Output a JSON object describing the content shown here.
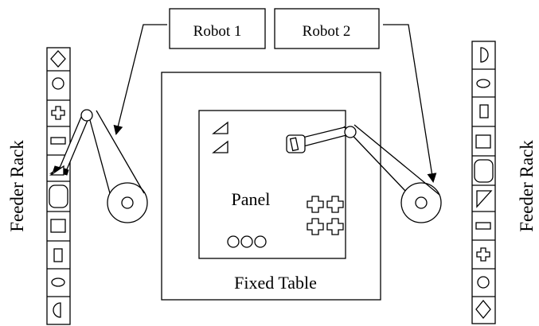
{
  "labels": {
    "robot1": "Robot 1",
    "robot2": "Robot 2",
    "panel": "Panel",
    "fixed_table": "Fixed Table",
    "feeder_rack_left": "Feeder Rack",
    "feeder_rack_right": "Feeder Rack"
  },
  "left_rack": {
    "slots": [
      "diamond",
      "circle",
      "cross",
      "rectangle",
      "triangle",
      "rounded-square",
      "square",
      "small-rectangle",
      "ellipse",
      "half-circle"
    ]
  },
  "right_rack": {
    "slots": [
      "half-circle",
      "ellipse",
      "small-rectangle",
      "square",
      "rounded-square",
      "triangle",
      "rectangle",
      "cross",
      "circle",
      "diamond"
    ]
  },
  "panel_parts": {
    "triangles": 2,
    "circles": 3,
    "crosses": 4,
    "rectangles_gripped": 1
  },
  "colors": {
    "line": "#000000",
    "background": "#ffffff"
  }
}
